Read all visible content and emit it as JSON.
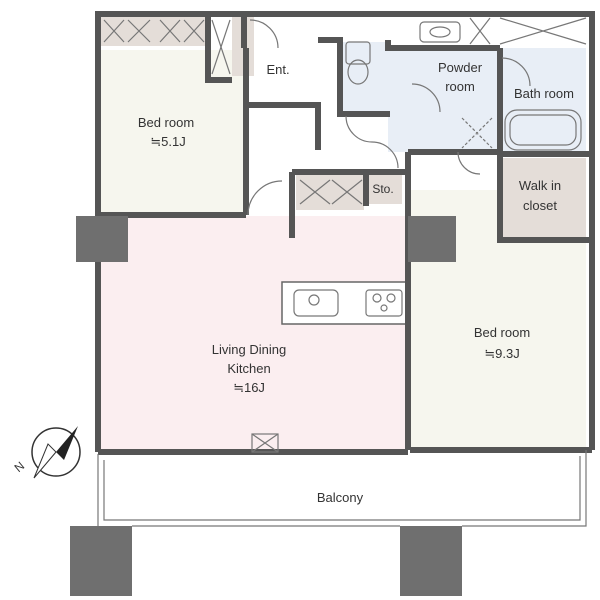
{
  "rooms": {
    "bedroom_west": {
      "name": "Bed room",
      "size": "≒5.1J",
      "color": "#f6f6ee"
    },
    "entrance": {
      "name": "Ent.",
      "color": "#ffffff"
    },
    "powder_room": {
      "name_line1": "Powder",
      "name_line2": "room",
      "color": "#e8eef6"
    },
    "bath_room": {
      "name": "Bath room",
      "color": "#e8eef6"
    },
    "storage": {
      "name": "Sto.",
      "color": "#e4ddd8"
    },
    "walk_in_closet": {
      "name_line1": "Walk in",
      "name_line2": "closet",
      "color": "#e4ddd8"
    },
    "ldk": {
      "name_line1": "Living Dining",
      "name_line2": "Kitchen",
      "size": "≒16J",
      "color": "#fbeef0"
    },
    "bedroom_east": {
      "name": "Bed room",
      "size": "≒9.3J",
      "color": "#f6f6ee"
    },
    "balcony": {
      "name": "Balcony",
      "color": "#ffffff"
    }
  },
  "compass": {
    "direction_label": "N"
  },
  "colors": {
    "wall": "#555555",
    "column": "#6f6f6f",
    "closet": "#e4ddd8"
  }
}
